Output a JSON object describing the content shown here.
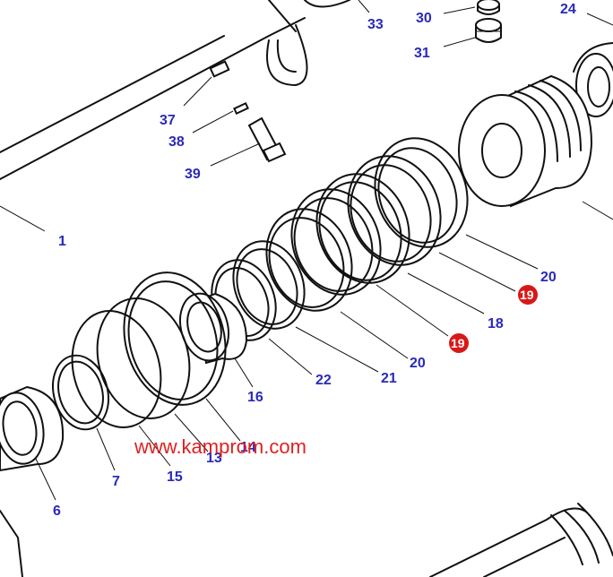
{
  "labels": {
    "l1": "1",
    "l6": "6",
    "l7": "7",
    "l13": "13",
    "l14": "14",
    "l15": "15",
    "l16": "16",
    "l18": "18",
    "l19a": "19",
    "l19b": "19",
    "l20a": "20",
    "l20b": "20",
    "l21": "21",
    "l22": "22",
    "l24": "24",
    "l30": "30",
    "l31": "31",
    "l33": "33",
    "l37": "37",
    "l38": "38",
    "l39": "39"
  },
  "watermark": "www.kamprom.com",
  "colors": {
    "label": "#2a2ab8",
    "highlight": "#d81818",
    "watermark": "#e02020"
  }
}
